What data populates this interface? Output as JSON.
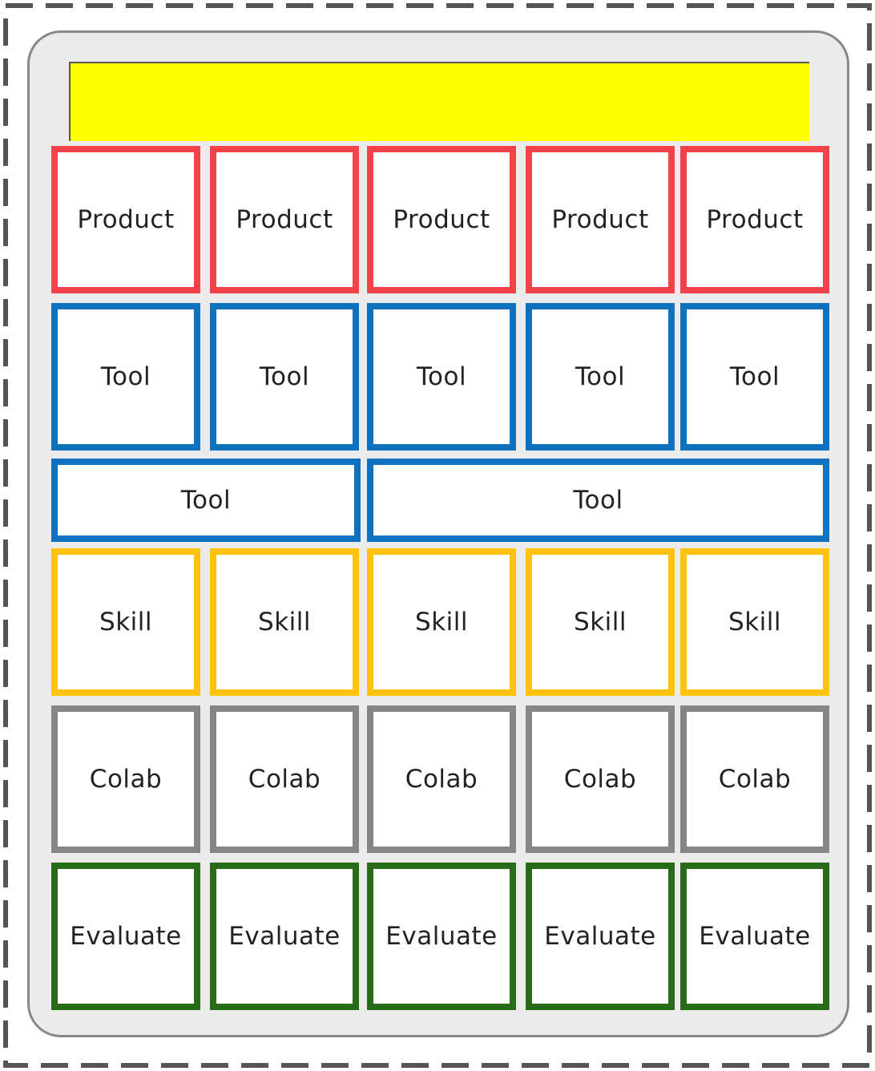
{
  "colors": {
    "header": "#ffff00",
    "product": "#f2424a",
    "tool": "#0e72bf",
    "skill": "#ffc20e",
    "colab": "#858585",
    "evaluate": "#2a6b1a"
  },
  "rows": [
    {
      "kind": "product",
      "labels": [
        "Product",
        "Product",
        "Product",
        "Product",
        "Product"
      ]
    },
    {
      "kind": "tool",
      "labels": [
        "Tool",
        "Tool",
        "Tool",
        "Tool",
        "Tool"
      ]
    },
    {
      "kind": "tool",
      "labels": [
        "Tool",
        "Tool"
      ]
    },
    {
      "kind": "skill",
      "labels": [
        "Skill",
        "Skill",
        "Skill",
        "Skill",
        "Skill"
      ]
    },
    {
      "kind": "colab",
      "labels": [
        "Colab",
        "Colab",
        "Colab",
        "Colab",
        "Colab"
      ]
    },
    {
      "kind": "evaluate",
      "labels": [
        "Evaluate",
        "Evaluate",
        "Evaluate",
        "Evaluate",
        "Evaluate"
      ]
    }
  ]
}
